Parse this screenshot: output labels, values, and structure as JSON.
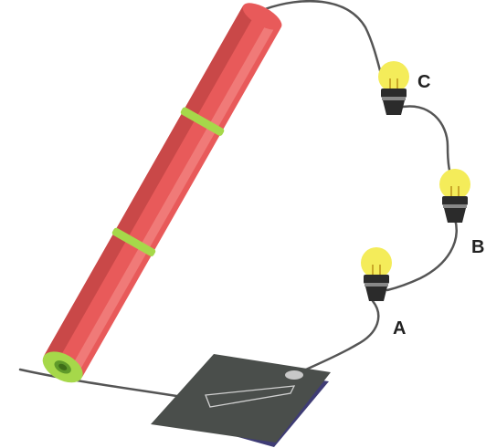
{
  "labels": {
    "bulb_a": "A",
    "bulb_b": "B",
    "bulb_c": "C"
  },
  "colors": {
    "battery_body": "#e85a5a",
    "battery_highlight": "#f07a78",
    "battery_shadow": "#c94848",
    "battery_band": "#a6d84a",
    "wire": "#555555",
    "bulb_glass": "#f4ec5a",
    "bulb_base": "#2b2b2b",
    "switch_board": "#4a4e4b",
    "switch_base": "#3f3c75"
  }
}
